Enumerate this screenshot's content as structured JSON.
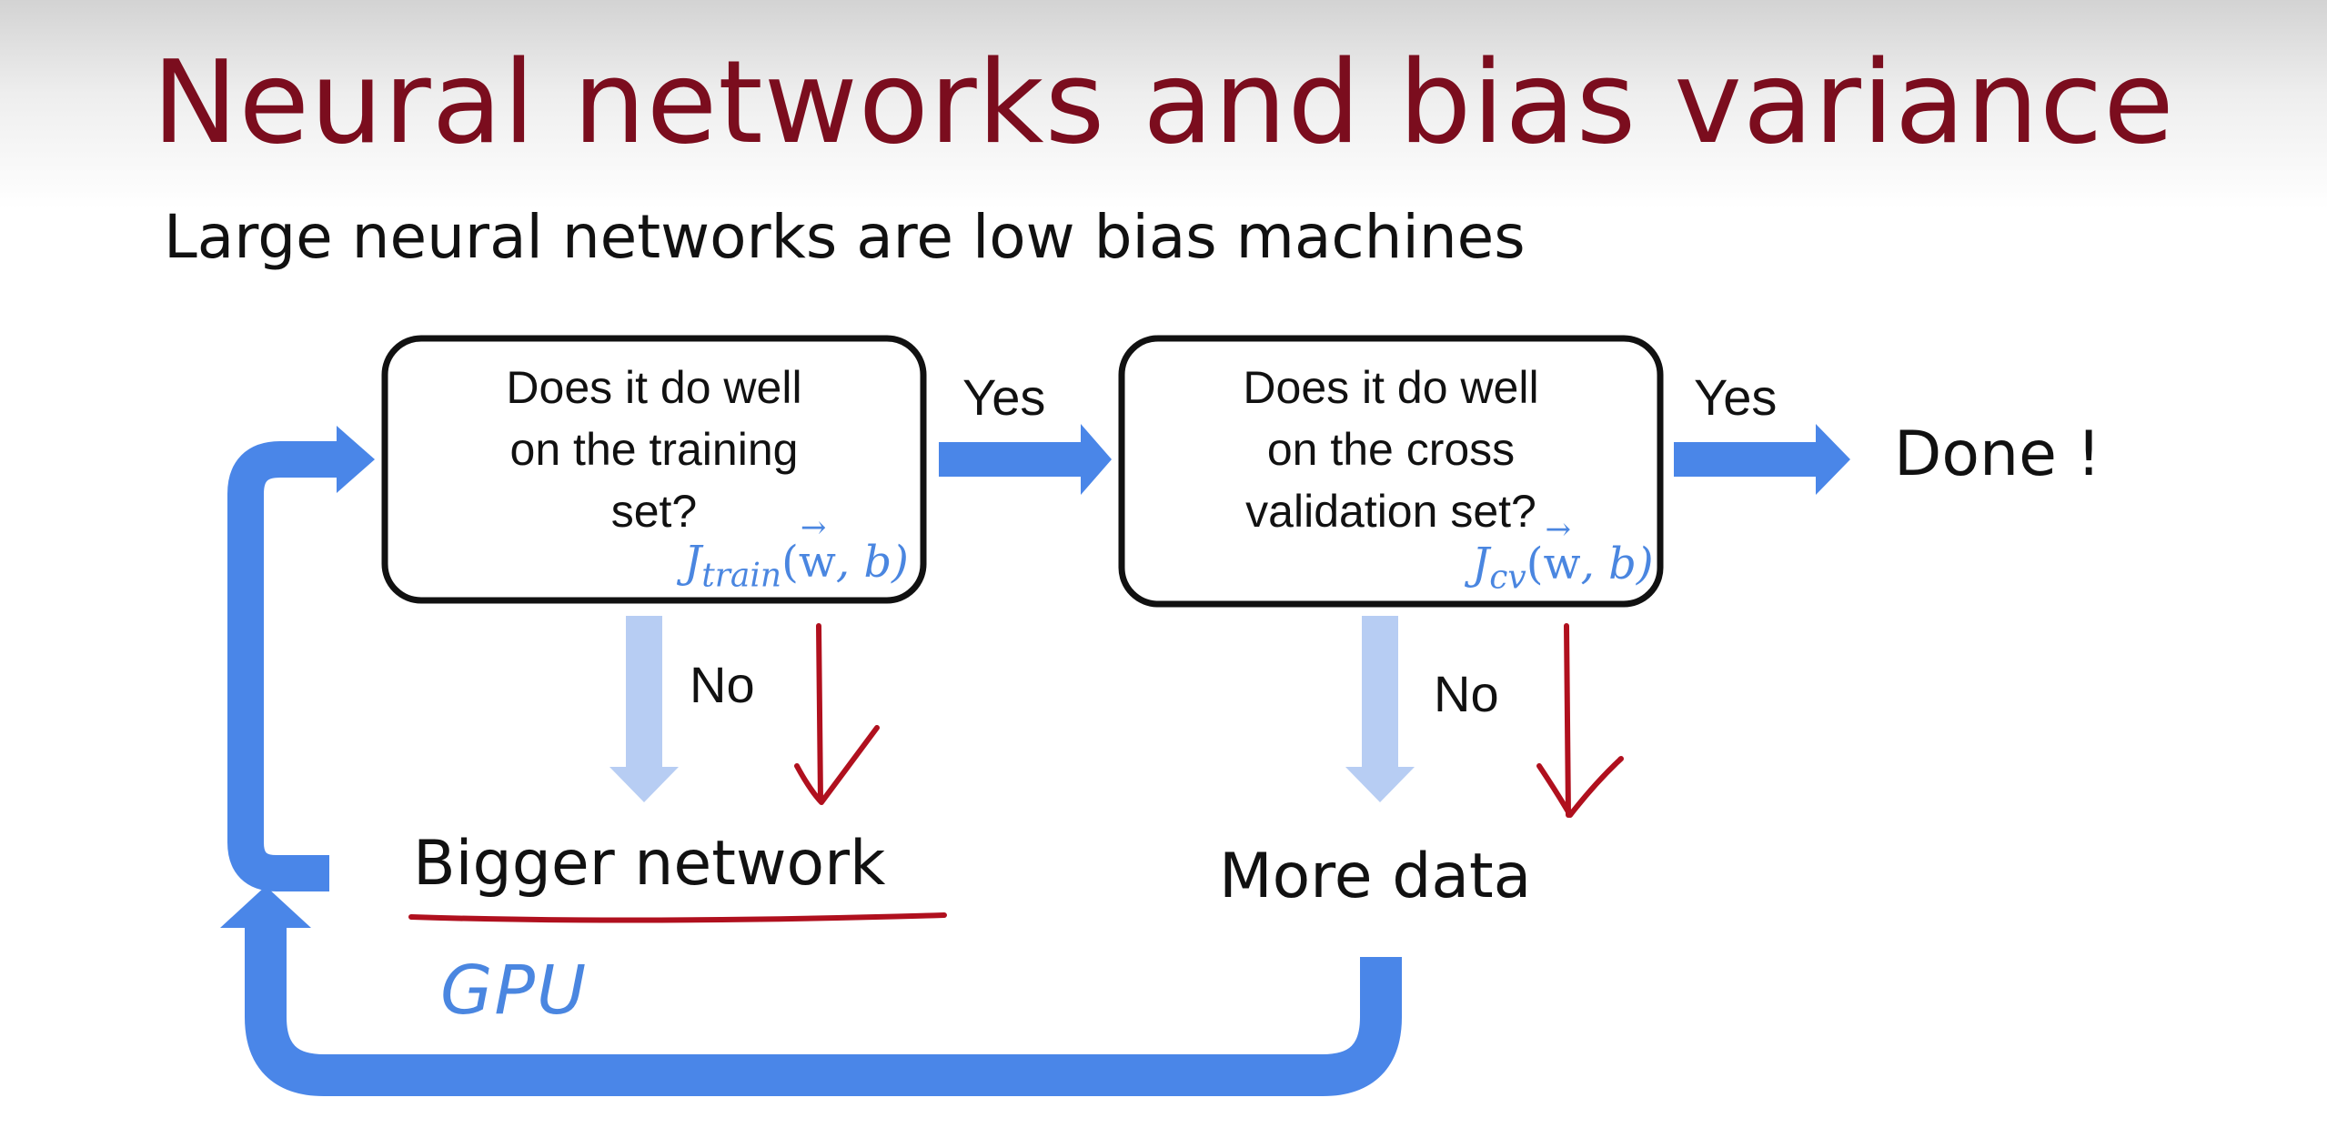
{
  "slide": {
    "title": "Neural networks and bias variance",
    "subtitle": "Large neural networks are low bias machines"
  },
  "flowchart": {
    "decision_training": {
      "text": "Does it do well\non the training\nset?",
      "formula_symbol": "J",
      "formula_subscript": "train",
      "formula_args_open": "(",
      "formula_vector": "w",
      "formula_args_rest": ", b)"
    },
    "decision_cv": {
      "text": "Does it do well\non the cross\nvalidation set?",
      "formula_symbol": "J",
      "formula_subscript": "cv",
      "formula_args_open": "(",
      "formula_vector": "w",
      "formula_args_rest": ", b)"
    },
    "yes_label_1": "Yes",
    "yes_label_2": "Yes",
    "no_label_1": "No",
    "no_label_2": "No",
    "done_label": "Done !",
    "bigger_network_label": "Bigger network",
    "more_data_label": "More data",
    "gpu_annotation": "GPU"
  },
  "colors": {
    "title": "#7b0d1e",
    "arrow_blue": "#4a86e8",
    "arrow_light_blue": "#b7cdf3",
    "annotation_red": "#b0101e",
    "annotation_blue": "#4a86e0"
  }
}
